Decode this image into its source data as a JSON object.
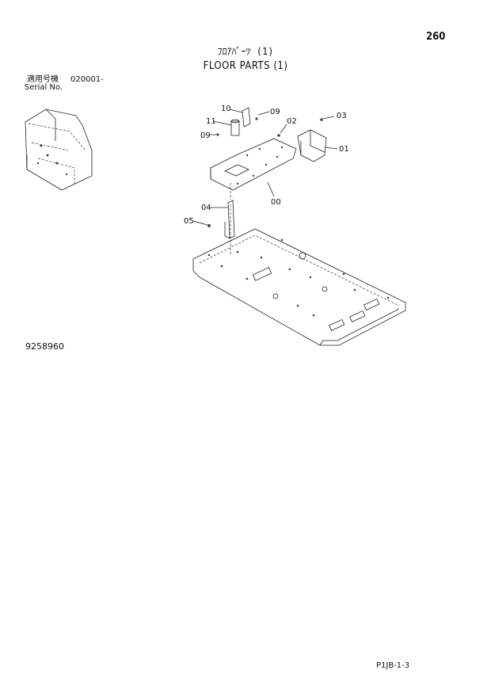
{
  "header": {
    "page_number": "260",
    "title_jp": "ﾌﾛｱﾊﾟｰﾂ (1)",
    "title_en": "FLOOR PARTS (1)"
  },
  "serial": {
    "label_jp": "適用号機",
    "number": "020001-",
    "label_en": "Serial No."
  },
  "callouts": {
    "c00": "00",
    "c01": "01",
    "c02": "02",
    "c03": "03",
    "c04": "04",
    "c05": "05",
    "c09a": "09",
    "c09b": "09",
    "c10": "10",
    "c11": "11"
  },
  "footer": {
    "doc_id": "9258960",
    "page_code": "P1JB-1-3"
  }
}
